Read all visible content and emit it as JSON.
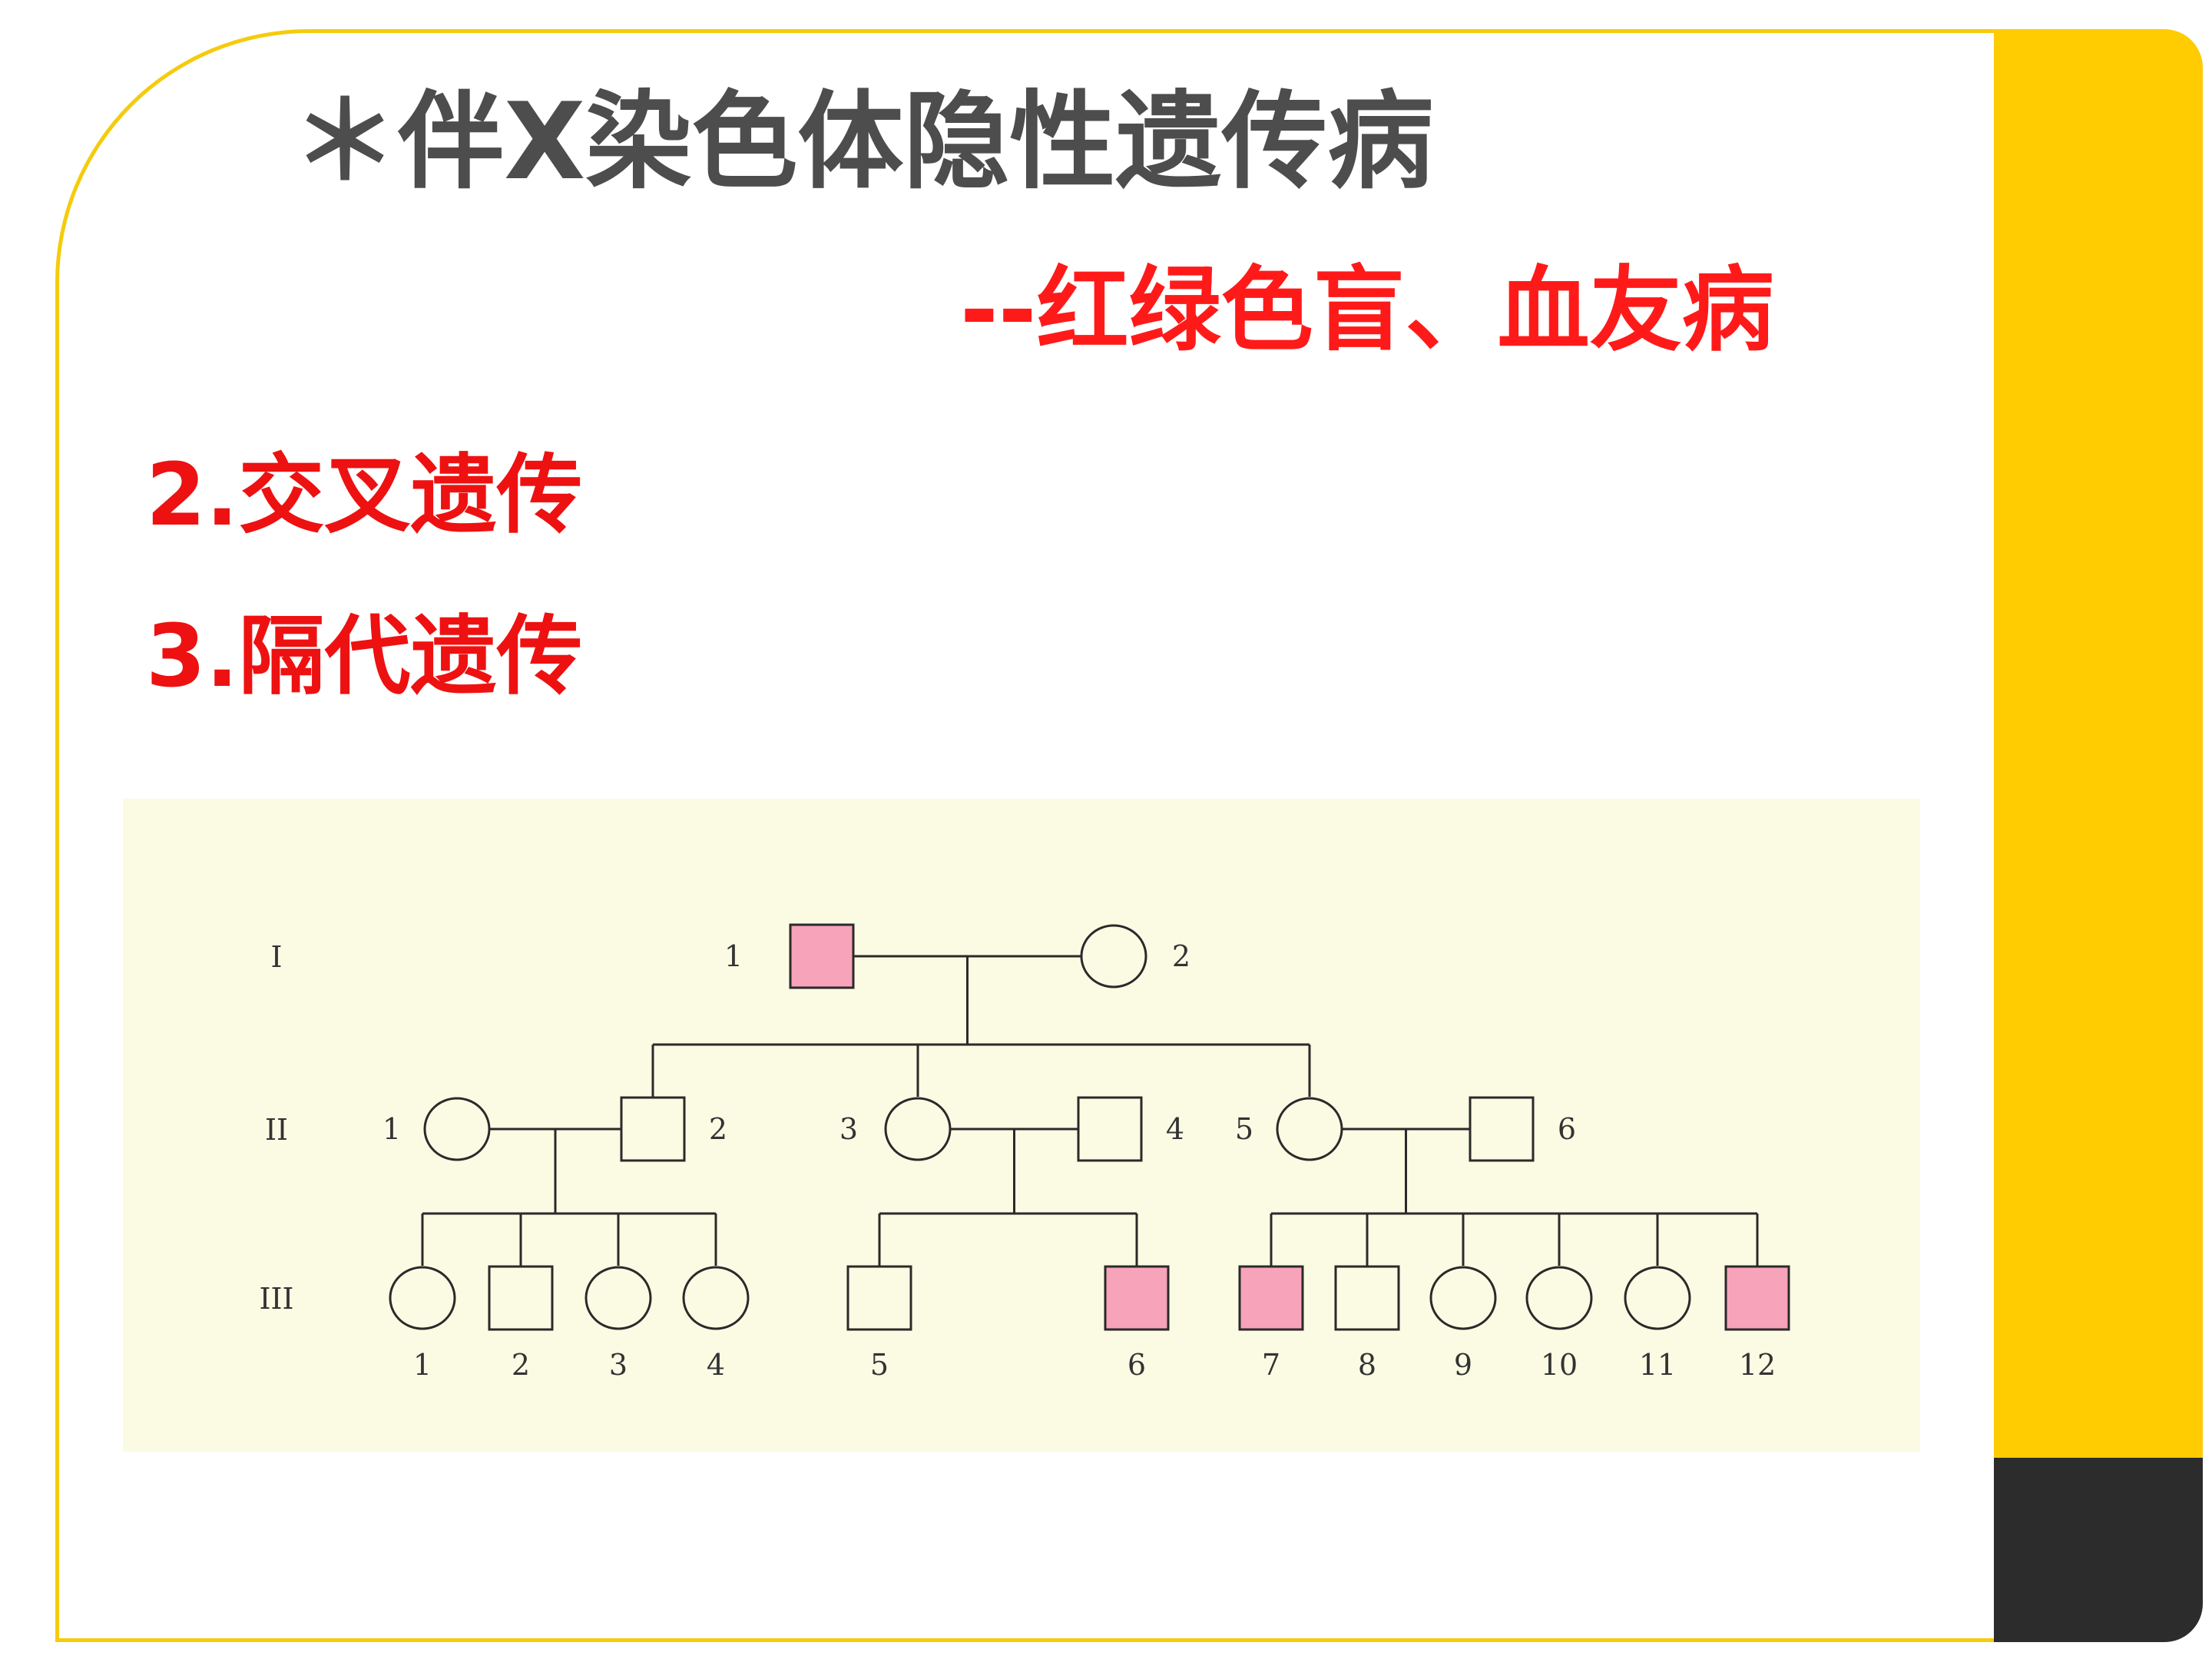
{
  "slide": {
    "title": "＊伴X染色体隐性遗传病",
    "subtitle": "--红绿色盲、血友病",
    "points": [
      "2.交叉遗传",
      "3.隔代遗传"
    ]
  },
  "colors": {
    "accent_yellow": "#fecc00",
    "dark_block": "#2c2c2c",
    "red_text": "#ee1111",
    "title_gray": "#4d4d4d",
    "affected_fill": "#f7a3b9",
    "panel_bg": "#fbfbe4"
  },
  "pedigree": {
    "generations": [
      {
        "label": "I",
        "members": [
          {
            "label": "1",
            "sex": "male",
            "affected": true
          },
          {
            "label": "2",
            "sex": "female",
            "affected": false
          }
        ]
      },
      {
        "label": "II",
        "members": [
          {
            "label": "1",
            "sex": "female",
            "affected": false
          },
          {
            "label": "2",
            "sex": "male",
            "affected": false
          },
          {
            "label": "3",
            "sex": "female",
            "affected": false
          },
          {
            "label": "4",
            "sex": "male",
            "affected": false
          },
          {
            "label": "5",
            "sex": "female",
            "affected": false
          },
          {
            "label": "6",
            "sex": "male",
            "affected": false
          }
        ]
      },
      {
        "label": "III",
        "members": [
          {
            "label": "1",
            "sex": "female",
            "affected": false
          },
          {
            "label": "2",
            "sex": "male",
            "affected": false
          },
          {
            "label": "3",
            "sex": "female",
            "affected": false
          },
          {
            "label": "4",
            "sex": "female",
            "affected": false
          },
          {
            "label": "5",
            "sex": "male",
            "affected": false
          },
          {
            "label": "6",
            "sex": "male",
            "affected": true
          },
          {
            "label": "7",
            "sex": "male",
            "affected": true
          },
          {
            "label": "8",
            "sex": "male",
            "affected": false
          },
          {
            "label": "9",
            "sex": "female",
            "affected": false
          },
          {
            "label": "10",
            "sex": "female",
            "affected": false
          },
          {
            "label": "11",
            "sex": "female",
            "affected": false
          },
          {
            "label": "12",
            "sex": "male",
            "affected": true
          }
        ]
      }
    ],
    "matings": [
      {
        "partners": [
          "I-1",
          "I-2"
        ],
        "children": [
          "II-2",
          "II-3",
          "II-5"
        ]
      },
      {
        "partners": [
          "II-1",
          "II-2"
        ],
        "children": [
          "III-1",
          "III-2",
          "III-3",
          "III-4"
        ]
      },
      {
        "partners": [
          "II-3",
          "II-4"
        ],
        "children": [
          "III-5",
          "III-6"
        ]
      },
      {
        "partners": [
          "II-5",
          "II-6"
        ],
        "children": [
          "III-7",
          "III-8",
          "III-9",
          "III-10",
          "III-11",
          "III-12"
        ]
      }
    ]
  }
}
